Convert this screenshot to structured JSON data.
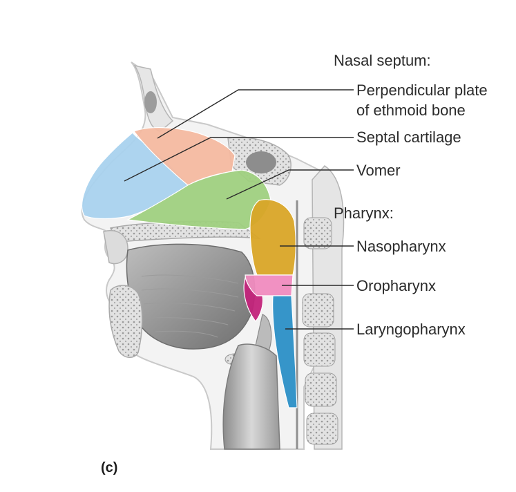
{
  "figure": {
    "panel_label": "(c)",
    "groups": {
      "septum_heading": "Nasal septum:",
      "pharynx_heading": "Pharynx:"
    },
    "labels": {
      "perpendicular_plate_line1": "Perpendicular plate",
      "perpendicular_plate_line2": "of ethmoid bone",
      "septal_cartilage": "Septal cartilage",
      "vomer": "Vomer",
      "nasopharynx": "Nasopharynx",
      "oropharynx": "Oropharynx",
      "laryngopharynx": "Laryngopharynx"
    },
    "colors": {
      "perpendicular_plate": "#f4b9a0",
      "septal_cartilage": "#a9d2ee",
      "vomer": "#9fd07f",
      "nasopharynx": "#d9a527",
      "oropharynx": "#f08bbf",
      "oropharynx_deep": "#c2237a",
      "laryngopharynx": "#2b8fc6",
      "bone": "#ececec",
      "tissue": "#c4c4c4",
      "tissue_dark": "#8a8a8a"
    }
  }
}
